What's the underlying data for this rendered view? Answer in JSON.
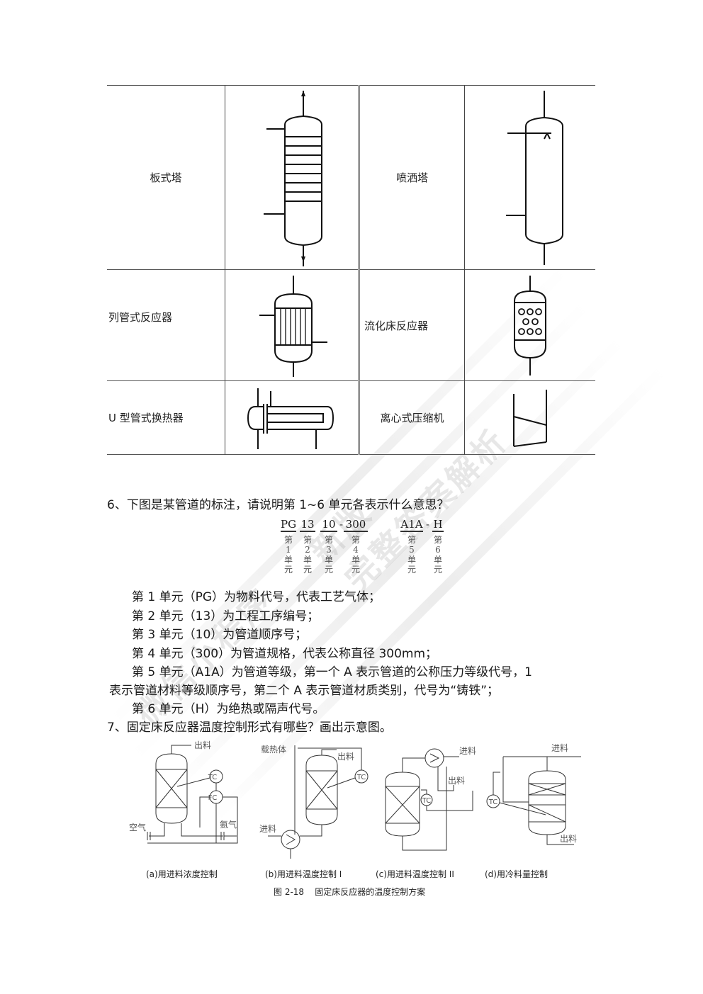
{
  "equipment_table": {
    "rows": [
      {
        "left": {
          "label": "板式塔",
          "symbol": "plate-tower-symbol"
        },
        "right": {
          "label": "喷洒塔",
          "symbol": "spray-tower-symbol"
        }
      },
      {
        "left": {
          "label": "列管式反应器",
          "symbol": "tubular-reactor-symbol"
        },
        "right": {
          "label": "流化床反应器",
          "symbol": "fluidized-bed-reactor-symbol"
        }
      },
      {
        "left": {
          "label": "U 型管式换热器",
          "symbol": "u-tube-heat-exchanger-symbol"
        },
        "right": {
          "label": "离心式压缩机",
          "symbol": "centrifugal-compressor-symbol"
        }
      }
    ]
  },
  "question6": {
    "title": "6、下图是某管道的标注，请说明第 1~6 单元各表示什么意思？",
    "pipe_label": {
      "units": [
        {
          "code": "PG",
          "caption": [
            "第",
            "1",
            "单",
            "元"
          ]
        },
        {
          "code": "13",
          "caption": [
            "第",
            "2",
            "单",
            "元"
          ]
        },
        {
          "code": "10",
          "caption": [
            "第",
            "3",
            "单",
            "元"
          ]
        },
        {
          "code": "300",
          "caption": [
            "第",
            "4",
            "单",
            "元"
          ]
        },
        {
          "code": "A1A",
          "caption": [
            "第",
            "5",
            "单",
            "元"
          ]
        },
        {
          "code": "H",
          "caption": [
            "第",
            "6",
            "单",
            "元"
          ]
        }
      ],
      "separator": "-"
    },
    "answers": [
      "第 1 单元（PG）为物料代号，代表工艺气体；",
      "第 2 单元（13）为工程工序编号；",
      "第 3 单元（10）为管道顺序号；",
      "第 4 单元（300）为管道规格，代表公称直径 300mm；",
      "第 5 单元（A1A）为管道等级，第一个 A 表示管道的公称压力等级代号，1",
      "表示管道材料等级顺序号，第二个 A 表示管道材质类别，代号为“铸铁”；",
      "第 6 单元（H）为绝热或隔声代号。"
    ]
  },
  "question7": {
    "title": "7、固定床反应器温度控制形式有哪些？画出示意图。",
    "figure": {
      "labels": {
        "outlet": "出料",
        "inlet": "进料",
        "air": "空气",
        "ammonia": "氨气",
        "heat_carrier": "载热体",
        "tc": "TC",
        "fc": "FC"
      },
      "subcaptions": [
        "(a)用进料浓度控制",
        "(b)用进料温度控制 I",
        "(c)用进料温度控制 II",
        "(d)用冷料量控制"
      ],
      "caption": "图 2-18    固定床反应器的温度控制方案"
    }
  },
  "watermark": {
    "text_lines": [
      "微信小程序",
      "新版",
      "完整答案解析"
    ]
  }
}
